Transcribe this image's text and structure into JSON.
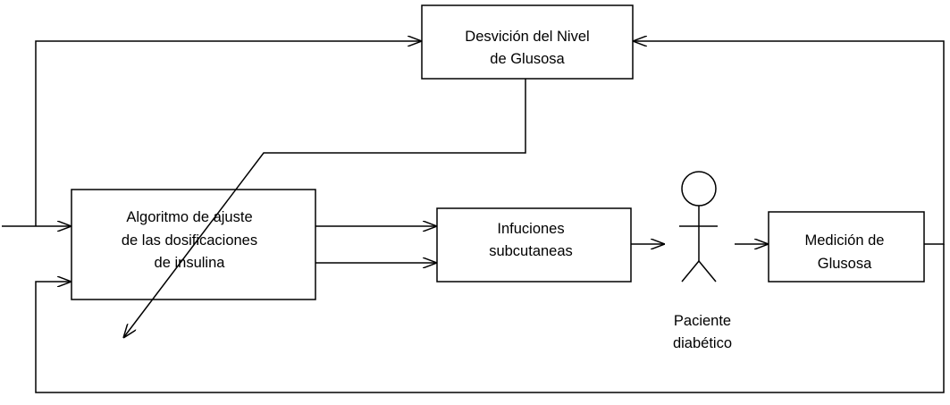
{
  "diagram": {
    "blocks": {
      "deviation": {
        "lines": [
          "Desvición del Nivel",
          "de Glusosa"
        ]
      },
      "algorithm": {
        "lines": [
          "Algoritmo de ajuste",
          "de las dosificaciones",
          "de insulina"
        ]
      },
      "infusions": {
        "lines": [
          "Infuciones",
          "subcutaneas"
        ]
      },
      "patient": {
        "icon": "stick-figure-person",
        "lines": [
          "Paciente",
          "diabético"
        ]
      },
      "measurement": {
        "lines": [
          "Medición de",
          "Glusosa"
        ]
      }
    },
    "connections": [
      {
        "from": "input",
        "to": "algorithm"
      },
      {
        "from": "input",
        "to": "deviation"
      },
      {
        "from": "deviation",
        "to": "algorithm",
        "style": "diagonal-arrow"
      },
      {
        "from": "algorithm",
        "to": "infusions",
        "count": 2
      },
      {
        "from": "infusions",
        "to": "patient"
      },
      {
        "from": "patient",
        "to": "measurement"
      },
      {
        "from": "measurement",
        "to": "deviation"
      },
      {
        "from": "measurement",
        "to": "algorithm",
        "style": "feedback"
      }
    ],
    "colors": {
      "stroke": "#000000",
      "background": "#ffffff"
    }
  }
}
